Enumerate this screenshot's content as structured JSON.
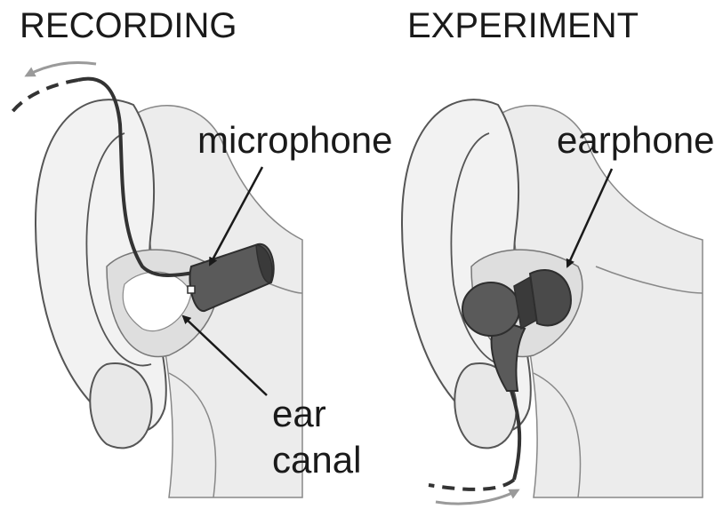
{
  "panels": [
    {
      "title": "RECORDING",
      "annotations": [
        "microphone",
        "ear",
        "canal"
      ]
    },
    {
      "title": "EXPERIMENT",
      "annotations": [
        "earphone"
      ]
    }
  ],
  "colors": {
    "ear_fill": "#f2f2f2",
    "ear_shade": "#dedede",
    "outline": "#555555",
    "device": "#5a5a5a",
    "device_dark": "#3a3a3a",
    "cable": "#333333",
    "motion_arrow": "#9a9a9a",
    "text": "#1a1a1a"
  }
}
